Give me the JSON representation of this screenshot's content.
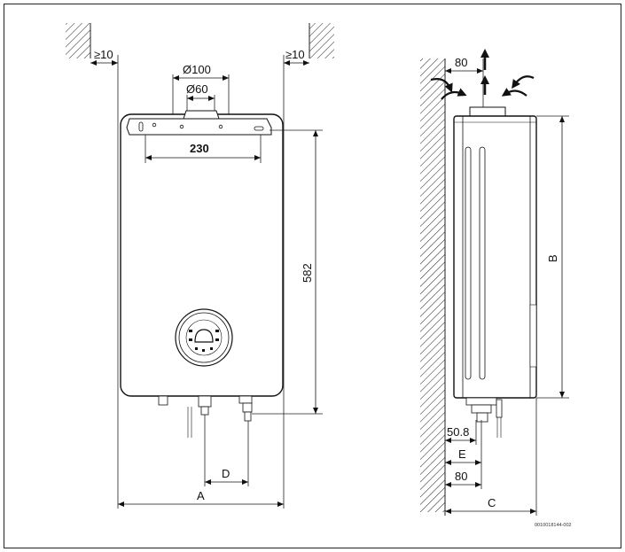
{
  "front_view": {
    "clearance_left": "≥10",
    "clearance_right": "≥10",
    "flue_outer": "Ø100",
    "flue_inner": "Ø60",
    "bracket_width": "230",
    "height_582": "582",
    "dim_a": "A",
    "dim_d": "D"
  },
  "side_view": {
    "top_clearance": "80",
    "dim_b": "B",
    "dim_50_8": "50.8",
    "dim_e": "E",
    "dim_80_bottom": "80",
    "dim_c": "C"
  },
  "figure_code": "0010018144-002"
}
